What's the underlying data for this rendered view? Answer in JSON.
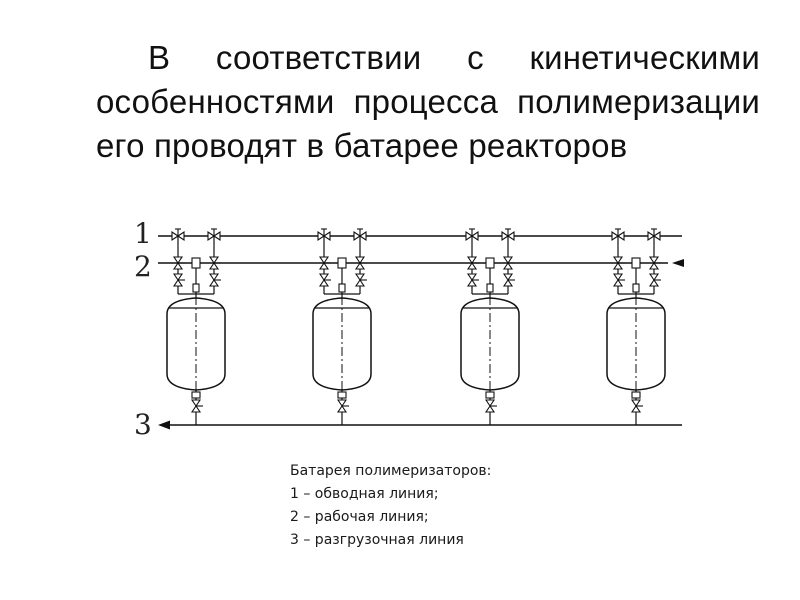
{
  "heading": {
    "text": "В соответствии с кинетическими особенностями процесса полимеризации его проводят в батарее реакторов"
  },
  "diagram": {
    "line_numbers": [
      "1",
      "2",
      "3"
    ],
    "reactor_count": 4
  },
  "caption": {
    "title": "Батарея полимеризаторов:",
    "items": [
      "1 – обводная линия;",
      "2 – рабочая линия;",
      "3 – разгрузочная линия"
    ]
  }
}
